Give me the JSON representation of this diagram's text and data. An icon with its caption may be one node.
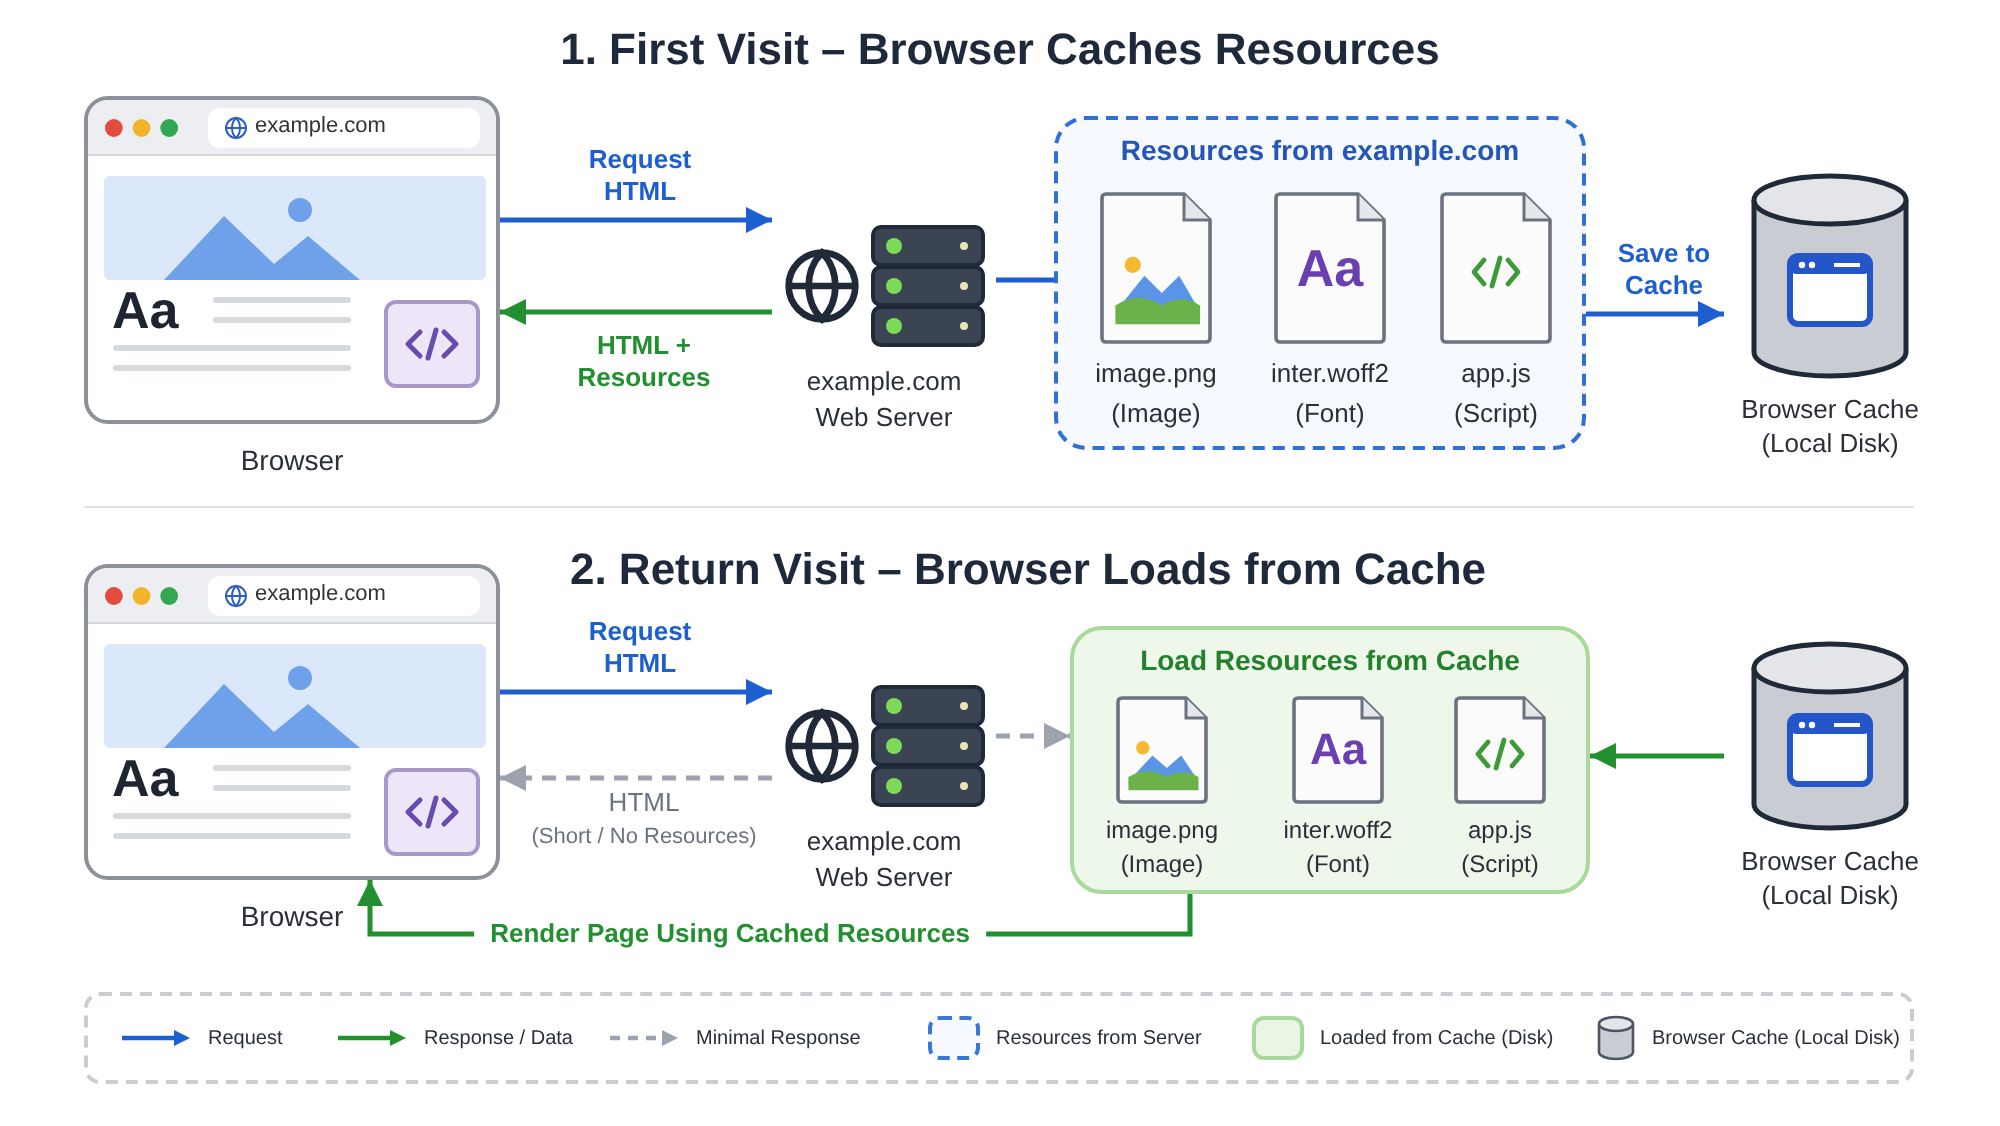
{
  "diagram": {
    "nodes": [
      {
        "text": [
          "example.com",
          "Aa"
        ],
        "beside": [
          "Browser"
        ]
      },
      {
        "text": [
          "example.com",
          "Web Server"
        ]
      },
      {
        "text": [
          "Resources from example.com"
        ]
      },
      {
        "text": [
          "image.png",
          "(Image)"
        ],
        "in": 2
      },
      {
        "text": [
          "Aa",
          "inter.woff2",
          "(Font)"
        ],
        "in": 2
      },
      {
        "text": [
          "app.js",
          "(Script)"
        ],
        "in": 2
      },
      {
        "text": [
          "Browser Cache",
          "(Local Disk)"
        ]
      },
      {
        "text": [
          "example.com",
          "Aa"
        ],
        "beside": [
          "Browser"
        ]
      },
      {
        "text": [
          "example.com",
          "Web Server"
        ]
      },
      {
        "text": [
          "Load Resources from Cache"
        ]
      },
      {
        "text": [
          "image.png",
          "(Image)"
        ],
        "in": 9
      },
      {
        "text": [
          "Aa",
          "inter.woff2",
          "(Font)"
        ],
        "in": 9
      },
      {
        "text": [
          "app.js",
          "(Script)"
        ],
        "in": 9
      },
      {
        "text": [
          "Browser Cache",
          "(Local Disk)"
        ]
      }
    ],
    "edges": [
      {
        "from": 0,
        "to": 1,
        "arrow": "to",
        "label": "Request HTML",
        "color": "#1d5fd1"
      },
      {
        "from": 1,
        "to": 0,
        "arrow": "to",
        "label": "HTML + Resources",
        "color": "#23902f"
      },
      {
        "from": 1,
        "to": 2,
        "arrow": "none",
        "color": "#1d5fd1"
      },
      {
        "from": 2,
        "to": 6,
        "arrow": "to",
        "label": "Save to Cache",
        "color": "#1d5fd1"
      },
      {
        "from": 7,
        "to": 8,
        "arrow": "to",
        "label": "Request HTML",
        "color": "#1d5fd1"
      },
      {
        "from": 8,
        "to": 7,
        "arrow": "to",
        "label": "HTML (Short / No Resources)",
        "style": "dashed",
        "color": "#9ca3af"
      },
      {
        "from": 8,
        "to": 9,
        "arrow": "to",
        "style": "dashed",
        "color": "#9ca3af"
      },
      {
        "from": 13,
        "to": 9,
        "arrow": "to",
        "color": "#23902f"
      },
      {
        "from": 9,
        "to": 7,
        "arrow": "to",
        "label": "Render Page Using Cached Resources",
        "color": "#23902f"
      }
    ],
    "labels": [
      "1. First Visit – Browser Caches Resources",
      "2. Return Visit – Browser Loads from Cache"
    ],
    "legend": [
      {
        "text": "Request"
      },
      {
        "text": "Response / Data"
      },
      {
        "text": "Minimal Response"
      },
      {
        "text": "Resources from Server"
      },
      {
        "text": "Loaded from Cache (Disk)",
        "color": "#e9f6e5"
      },
      {
        "text": "Browser Cache (Local Disk)"
      }
    ]
  }
}
